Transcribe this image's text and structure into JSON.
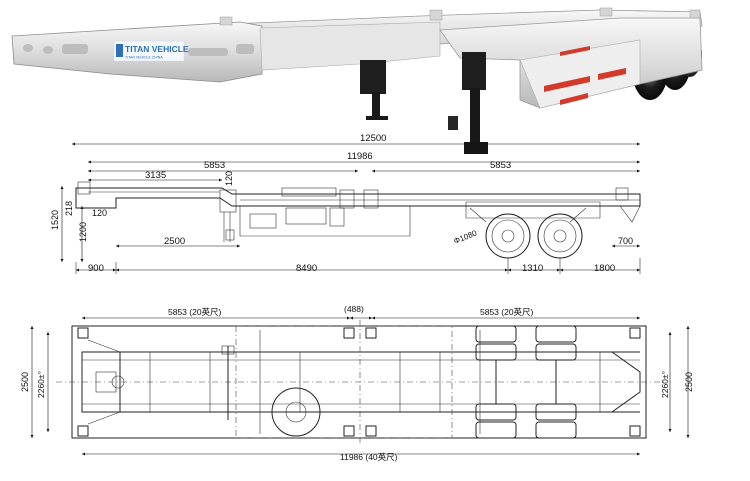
{
  "brand": {
    "logo_text": "TITAN VEHICLE",
    "logo_subtext": "TITAN VEHICLE CHINA",
    "accent_color": "#2d6fb8",
    "reflector_color": "#d23a2a"
  },
  "side_view": {
    "dims": {
      "overall_length": "12500",
      "frame_length": "11986",
      "front_offset": "5853",
      "rear_offset": "5853",
      "gooseneck_length": "3135",
      "gooseneck_height": "120",
      "frame_height": "1520",
      "neck_218": "218",
      "neck_120": "120",
      "king_height": "1200",
      "landing_leg": "2500",
      "wheel_dia": "Φ1080",
      "rear_700": "700",
      "bottom_900": "900",
      "bottom_8490": "8490",
      "axle_spacing": "1310",
      "rear_1800": "1800"
    }
  },
  "top_view": {
    "dims": {
      "front_20ft": "5853 (20英尺)",
      "center_gap": "(488)",
      "rear_20ft": "5853 (20英尺)",
      "width_outer_left": "2500",
      "width_inner_left": "2260±°",
      "width_inner_right": "2260±°",
      "width_outer_right": "2500",
      "frame_40ft": "11986 (40英尺)"
    }
  }
}
